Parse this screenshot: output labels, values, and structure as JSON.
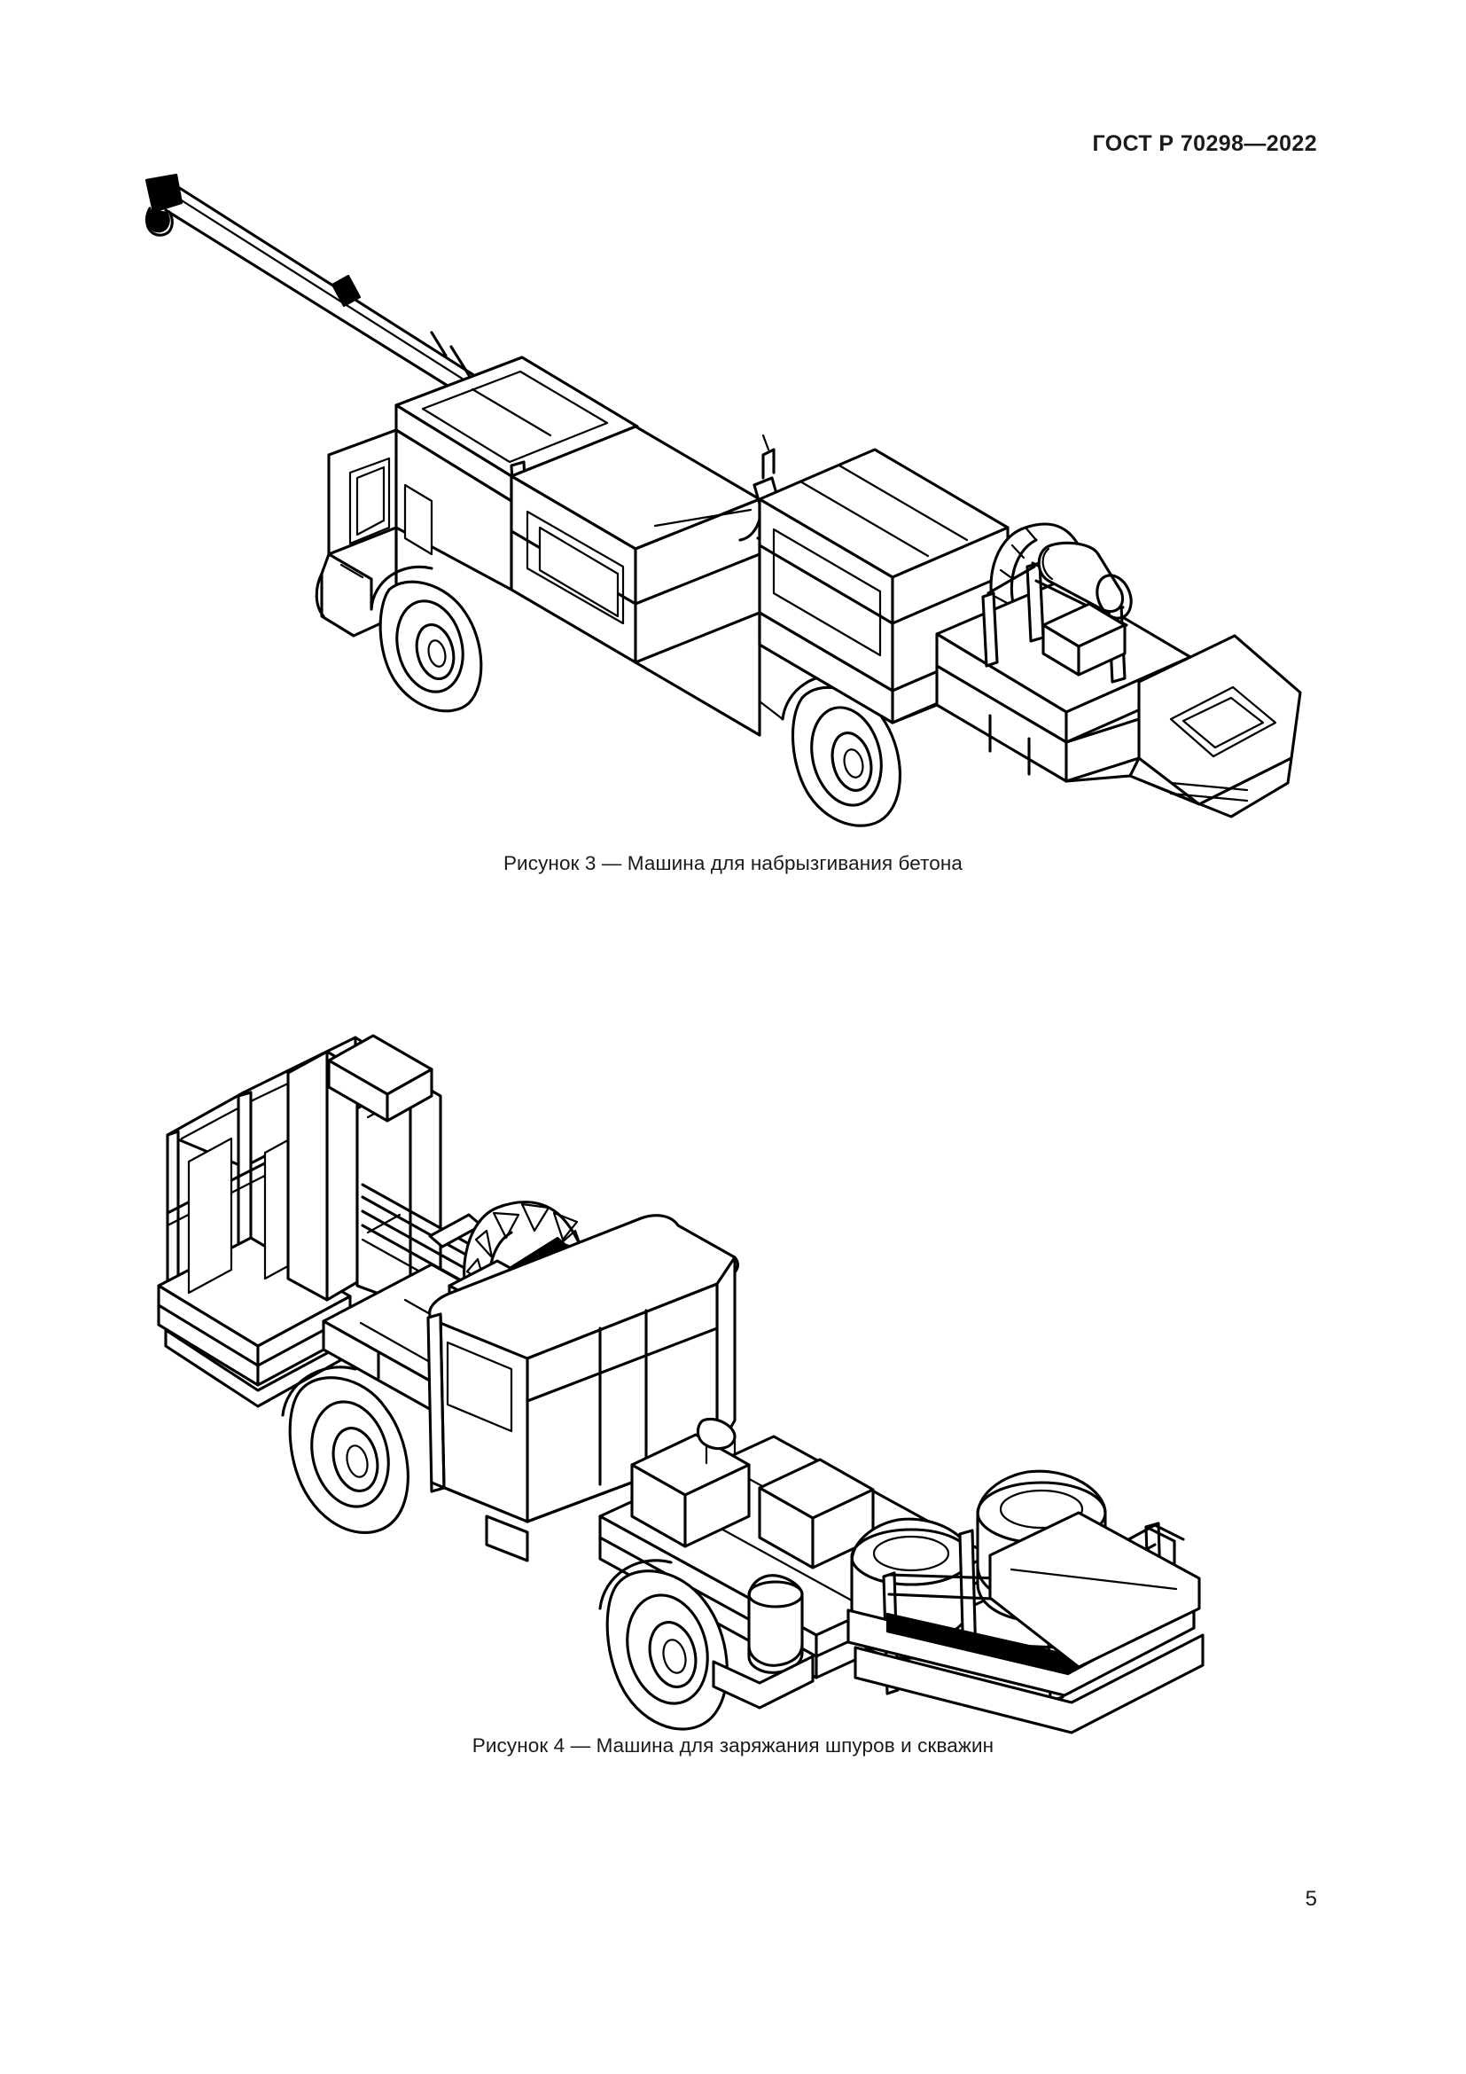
{
  "document": {
    "standard_header": "ГОСТ Р 70298—2022",
    "page_number": "5",
    "language": "ru"
  },
  "figures": [
    {
      "id": "figure-3",
      "number": "3",
      "caption": "Рисунок 3 — Машина для набрызгивания бетона",
      "subject": "Машина для набрызгивания бетона",
      "drawing_type": "isometric-line-drawing",
      "components": [
        "телескопическая стрела",
        "сопло набрызга",
        "кабина оператора с навесом",
        "колёса",
        "бункер бетоносмеси",
        "катушка шланга",
        "баллон",
        "задняя платформа"
      ]
    },
    {
      "id": "figure-4",
      "number": "4",
      "caption": "Рисунок 4 — Машина для заряжания шпуров и скважин",
      "subject": "Машина для заряжания шпуров и скважин",
      "drawing_type": "isometric-line-drawing",
      "components": [
        "рабочая корзина",
        "мачта подъёмника",
        "катушка шланга со спицами",
        "кабина оператора",
        "колёса",
        "зарядные ёмкости",
        "ограждение площадки",
        "ступени"
      ]
    }
  ],
  "style": {
    "ink_color": "#000000",
    "page_color": "#ffffff"
  }
}
